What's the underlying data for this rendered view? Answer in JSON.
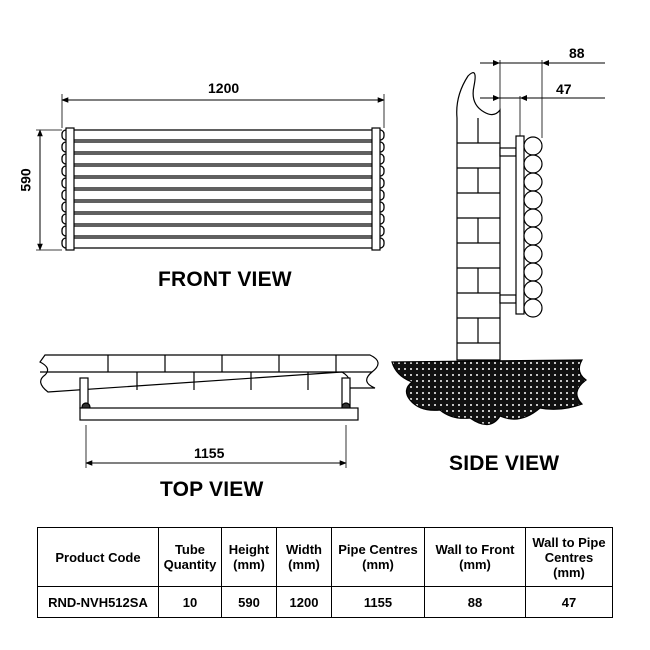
{
  "views": {
    "front": "FRONT VIEW",
    "top": "TOP VIEW",
    "side": "SIDE VIEW"
  },
  "dimensions": {
    "width": "1200",
    "height": "590",
    "pipe_centres": "1155",
    "wall_to_front": "88",
    "wall_to_pipe": "47"
  },
  "spec_table": {
    "headers": [
      "Product Code",
      "Tube Quantity",
      "Height (mm)",
      "Width (mm)",
      "Pipe Centres (mm)",
      "Wall to Front (mm)",
      "Wall to Pipe Centres (mm)"
    ],
    "row": [
      "RND-NVH512SA",
      "10",
      "590",
      "1200",
      "1155",
      "88",
      "47"
    ]
  }
}
